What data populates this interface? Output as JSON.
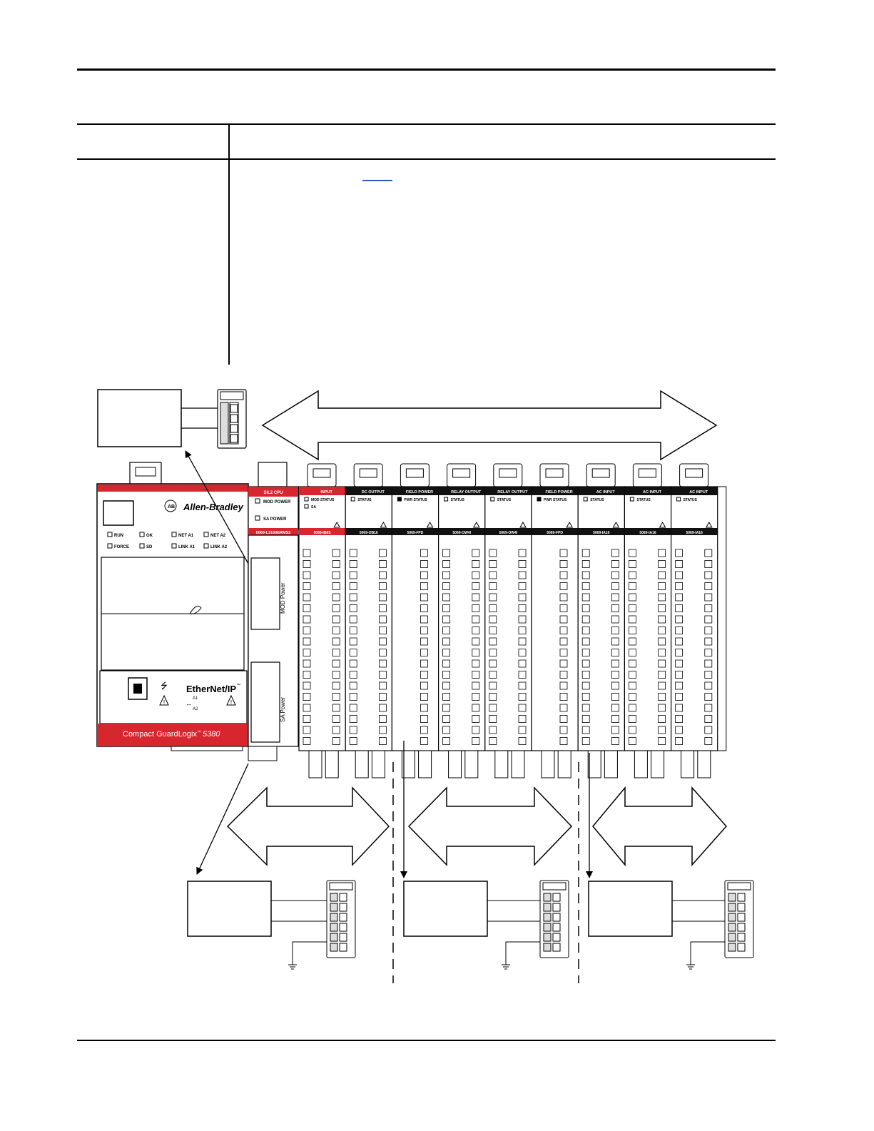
{
  "hardware": {
    "controller": {
      "brand": "Allen-Bradley",
      "product": "Compact GuardLogix",
      "trademark": "™",
      "model": "5380",
      "network_logo": "EtherNet/IP",
      "network_mark": "™",
      "port_a1": "A1",
      "port_a2": "A2",
      "power_mod_label": "MOD Power",
      "power_sa_label": "SA Power",
      "leds": [
        "RUN",
        "OK",
        "NET A1",
        "NET A2",
        "FORCE",
        "SD",
        "LINK A1",
        "LINK A2"
      ]
    },
    "power_panel": {
      "header": "SIL2 CPU",
      "led1": "MOD POWER",
      "led2": "SA POWER",
      "catalog": "5069-L3100ERMS2"
    },
    "modules": [
      {
        "header": "INPUT",
        "leds": [
          "MOD STATUS",
          "SA"
        ],
        "catalog": "5069-IB8S",
        "red": true
      },
      {
        "header": "DC OUTPUT",
        "leds": [
          "STATUS"
        ],
        "catalog": "5069-OB16"
      },
      {
        "header": "FIELD POWER",
        "leds": [
          "PWR STATUS"
        ],
        "catalog": "5069-FPD"
      },
      {
        "header": "RELAY OUTPUT",
        "leds": [
          "STATUS"
        ],
        "catalog": "5069-OW4I"
      },
      {
        "header": "RELAY OUTPUT",
        "leds": [
          "STATUS"
        ],
        "catalog": "5069-OW4I"
      },
      {
        "header": "FIELD POWER",
        "leds": [
          "PWR STATUS"
        ],
        "catalog": "5069-FPD"
      },
      {
        "header": "AC INPUT",
        "leds": [
          "STATUS"
        ],
        "catalog": "5069-IA16"
      },
      {
        "header": "AC INPUT",
        "leds": [
          "STATUS"
        ],
        "catalog": "5069-IA16"
      },
      {
        "header": "AC INPUT",
        "leds": [
          "STATUS"
        ],
        "catalog": "5069-IA16"
      }
    ]
  },
  "colors": {
    "brand_red": "#d7262e",
    "link_blue": "#2a5db0"
  }
}
